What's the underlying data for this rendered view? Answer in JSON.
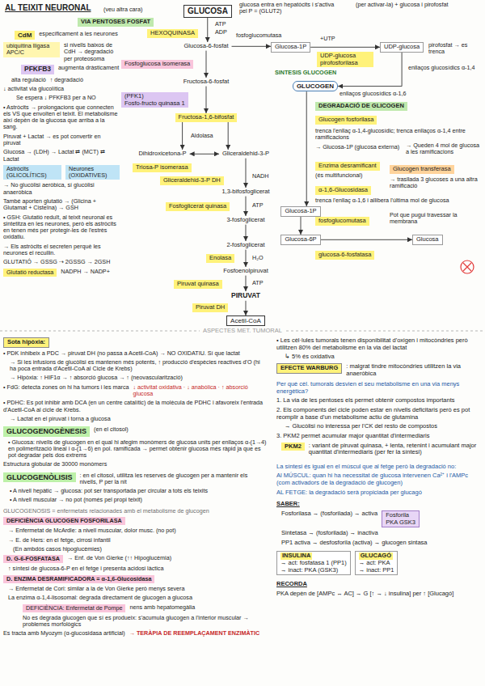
{
  "diagram": {
    "title": "AL TEIXIT NEURONAL",
    "nodes": [
      {
        "text": [
          "VIA PENTOSES FOSFAT"
        ]
      },
      {
        "text": [
          "GLUCOSA"
        ]
      },
      {
        "text": [
          "HEXOQUINASA"
        ]
      },
      {
        "text": [
          "Glucosa-6-fosfat"
        ]
      },
      {
        "text": [
          "Fosfoglucosa isomerasa"
        ]
      },
      {
        "text": [
          "Fructosa-6-fosfat"
        ]
      },
      {
        "text": [
          "(PFK1)",
          "Fosfo-fructo quinasa 1"
        ]
      },
      {
        "text": [
          "Fructosa-1,6-bifosfat"
        ]
      },
      {
        "text": [
          "Dihidroxicetona-P"
        ]
      },
      {
        "text": [
          "Gliceraldehid-3-P"
        ]
      },
      {
        "text": [
          "Triosa-P isomerasa"
        ]
      },
      {
        "text": [
          "Gliceraldehid-3-P DH"
        ]
      },
      {
        "text": [
          "1,3-bifosfoglicerat"
        ]
      },
      {
        "text": [
          "Fosfoglicerat quinasa"
        ]
      },
      {
        "text": [
          "3-fosfoglicerat"
        ]
      },
      {
        "text": [
          "2-fosfoglicerat"
        ]
      },
      {
        "text": [
          "Enolasa"
        ]
      },
      {
        "text": [
          "Fosfoenolpiruvat"
        ]
      },
      {
        "text": [
          "Piruvat quinasa"
        ]
      },
      {
        "text": [
          "PIRUVAT"
        ]
      },
      {
        "text": [
          "Piruvat DH"
        ]
      },
      {
        "text": [
          "Acetil-CoA"
        ]
      },
      {
        "text": [
          "CdM"
        ]
      },
      {
        "text": [
          "ubiquitina lligasa APC/C"
        ]
      },
      {
        "text": [
          "PFKFB3"
        ]
      },
      {
        "text": [
          "Astròcits (GLICOLÍTICS)"
        ]
      },
      {
        "text": [
          "Neurones (OXIDATIVES)"
        ]
      },
      {
        "text": [
          "Glutatió reductasa"
        ]
      },
      {
        "text": [
          "Glucosa-1P"
        ]
      },
      {
        "text": [
          "UDP-glucosa"
        ]
      },
      {
        "text": [
          "UDP-glucosa pirofosforilasa"
        ]
      },
      {
        "text": [
          "GLUCOGEN"
        ]
      },
      {
        "text": [
          "DEGRADACIÓ DE GLICOGEN"
        ]
      },
      {
        "text": [
          "Glucogen fosforilasa"
        ]
      },
      {
        "text": [
          "Enzima desramificant"
        ]
      },
      {
        "text": [
          "Glucogen transferasa"
        ]
      },
      {
        "text": [
          "α-1,6-Glucosidasa"
        ]
      },
      {
        "text": [
          "Glucosa-1P"
        ]
      },
      {
        "text": [
          "fosfoglucomutasa"
        ]
      },
      {
        "text": [
          "Glucosa-6P"
        ]
      },
      {
        "text": [
          "glucosa-6-fosfatasa"
        ]
      },
      {
        "text": [
          "Glucosa"
        ]
      },
      {
        "text": [
          "Sota hipòxia:"
        ]
      },
      {
        "text": [
          "GLUCOGENOGÈNESIS"
        ]
      },
      {
        "text": [
          "GLUCOGENÒLISIS"
        ]
      },
      {
        "text": [
          "DEFICIÈNCIA GLUCOGEN FOSFORILASA"
        ]
      },
      {
        "text": [
          "D. G-6-FOSFATASA"
        ]
      },
      {
        "text": [
          "D. ENZIMA DESRAMIFICADORA = α-1,6-Glucosidasa"
        ]
      },
      {
        "text": [
          "DEFICIÈNCIA: Enfermetat de Pompe"
        ]
      },
      {
        "text": [
          "EFECTE WARBURG"
        ]
      },
      {
        "text": [
          "PKM2"
        ]
      },
      {
        "text": [
          "Fosforila",
          "PKA GSK3"
        ]
      },
      {
        "text": [
          "INSULINA",
          "→ act: fosfatasa 1 (PP1)",
          "→ inact: PKA (GSK3)"
        ]
      },
      {
        "text": [
          "GLUCAGÓ",
          "→ act: PKA",
          "→ inact: PP1"
        ]
      }
    ],
    "edges": [
      {
        "from": 1,
        "to": 3,
        "arrow": "to"
      },
      {
        "from": 3,
        "to": 5,
        "arrow": "to"
      },
      {
        "from": 5,
        "to": 7,
        "arrow": "to"
      },
      {
        "from": 7,
        "to": 8,
        "arrow": "to"
      },
      {
        "from": 7,
        "to": 9,
        "arrow": "to"
      },
      {
        "from": 8,
        "to": 9,
        "arrow": "both"
      },
      {
        "from": 9,
        "to": 12,
        "arrow": "to"
      },
      {
        "from": 12,
        "to": 14,
        "arrow": "to"
      },
      {
        "from": 14,
        "to": 15,
        "arrow": "to"
      },
      {
        "from": 15,
        "to": 17,
        "arrow": "to"
      },
      {
        "from": 17,
        "to": 19,
        "arrow": "to"
      },
      {
        "from": 19,
        "to": 21,
        "arrow": "to"
      },
      {
        "from": 3,
        "to": 28,
        "arrow": "to"
      },
      {
        "from": 28,
        "to": 29,
        "arrow": "to"
      },
      {
        "from": 29,
        "to": 31,
        "arrow": "to"
      },
      {
        "from": 31,
        "to": 37,
        "arrow": "to"
      },
      {
        "from": 37,
        "to": 39,
        "arrow": "to"
      },
      {
        "from": 39,
        "to": 41,
        "arrow": "to"
      }
    ],
    "labels": [
      "(veu altra cara)",
      "ATP",
      "ADP",
      "glucosa entra en hepatòcits i s'activa pel P = (GLUT2)",
      "fosfoglucomutasa",
      "(per activar-la) + glucosa i pirofosfat",
      "+UTP",
      "pirofosfat → es trenca",
      "SINTESIS GLUCOGEN",
      "enllaços glucosídics α-1,6",
      "enllaços glucosídics α-1,4",
      "trenca l'enllaç α-1,4-glucosídic; trenca enllaços α-1,4 entre ramificacions",
      "→ Glucosa-1P (glucosa externa)",
      "→ Queden 4 mol de glucosa a les ramificacions",
      "(és multifuncional)",
      "→ trasllada 3 glucoses a una altra ramificació",
      "trenca l'enllaç α-1,6 i allibera l'última mol de glucosa",
      "Pot que pugui travessar la membrana",
      "NADH",
      "ATP",
      "H₂O",
      "ATP",
      "Aldolasa",
      "específicament a les neurones",
      "si nivells baixos de CdH → degradació per proteosoma",
      "augmenta dràsticament",
      "alta regulació",
      "↑ degradació",
      "↓ activitat via glucolítica",
      "Se espera ↓ PFKFB3 per a NO",
      "• Astròcits → prolongacions que connecten els VS que envolten el teixit. El metabolisme així depèn de la glucosa que arriba a la sang.",
      "Piruvat + Lactat → es pot convertir en piruvat",
      "Glucosa → (LDH) → Lactat ⇄ (MCT) ⇄ Lactat",
      "→ No glucòlisi aeròbica, sí glucòlisi anaeròbica",
      "També aporten glutatió → (Glicina + Glutamat + Cisteïna) → GSH",
      "• GSH: Glutatió reduït, al teixit neuronal es sintetitza en les neurones, però els astròcits en tenen més per protegir-les de l'estrès oxidatiu.",
      "→ Els astròcits el secreten perquè les neurones el recullin.",
      "GLUTATIÓ → GSSG ⇢ 2GSSG → 2GSH",
      "NADPH → NADP+",
      "ASPECTES MET. TUMORAL",
      "• PDK inhibeix a PDC → piruvat DH (no passa a Acetil-CoA) → NO OXIDATIU. Sí que lactat",
      "→ Si les infusions de glucòlisi es mantenen més potents, ↑ producció d'espècies reactives d'O (hi ha poca entrada d'Acetil-CoA al Cicle de Krebs)",
      "→ Hipòxia: ↑ HIF1α → ↑ absorció glucosa → ↑ (neovascularització)",
      "• FdG: detecta zones on hi ha tumors i les marca",
      "↓ activitat oxidativa · ↓ anabòlica · ↑ absorció glucosa",
      "• PDHC: Es pot inhibir amb DCA (en un centre catalític) de la molècula de PDHC i afavoreix l'entrada d'Acetil-CoA al cicle de Krebs.",
      "→ Lactat en el piruvat i torna a glucosa",
      "(en el citosol)",
      "• Glucosa: nivells de glucogen en el qual hi afegim monòmers de glucosa units per enllaços α-(1→4) en polimerització lineal i α-(1→6) en pol. ramificada → permet obtenir glucosa més ràpid ja que es pot degradar pels dos extrems",
      "Estructura globular de 30000 monòmers",
      ": en el citosol, utilitza les reserves de glucogen per a mantenir els nivells, P per la nit",
      "• A nivell hepàtic → glucosa: pot ser transportada per circular a tots els teixits",
      "• A nivell muscular → no pot (només pel propi teixit)",
      "GLUCOGENOSIS = enfermetats relacionades amb el metabolisme de glucogen",
      "→ Enfermetat de McArdle: a nivell muscular, dolor musc. (no pot)",
      "→ E. de Hers: en el fetge, cirrosi infantil",
      "(En ambdós casos hipoglucèmies)",
      "→ Enf. de Von Gierke (↑↑ Hipoglucèmia)",
      "↑ síntesi de glucosa-6-P en el fetge i presenta acidosi làctica",
      "→ Enfermetat de Cori: similar a la de Von Gierke però menys severa",
      "La enzima α-1,4-lisosomal: degrada directament de glucogen a glucosa",
      "nens amb hepatomegàlia",
      "No es degrada glucogen que sí es produeix: s'acumula glucogen a l'interior muscular → problemes morfològics",
      "Es tracta amb Myozym (α-glucosidasa artificial)",
      "→ TERÀPIA DE REEMPLAÇAMENT ENZIMÀTIC",
      "• Les cèl·lules tumorals tenen disponibilitat d'oxigen i mitocòndries però utilitzen 80% del metabolisme en la via del lactat",
      "↳ 5% és oxidativa",
      ": malgrat tindre mitocòndries utilitzen la via anaeròbica",
      "Per què cèl. tumorals desvien el seu metabolisme en una via menys energètica?",
      "1. La via de les pentoses els permet obtenir compostos importants",
      "2. Els components del cicle poden estar en nivells deficitaris però es pot reomplir a base d'un metabolisme actiu de glutamina",
      "→ Glucòlisi no interessa per l'CK del resto de compostos",
      "3. PKM2 permet acumular major quantitat d'intermediaris",
      ": variant de piruvat quinasa, + lenta, retenint i acumulant major quantitat d'intermediaris (per fer la síntesi)",
      "La síntesi és igual en el múscul que al fetge però la degradació no:",
      "Al MÚSCUL: quan hi ha necessitat de glucosa intervenen Ca²⁺ i l'AMPc (com activadors de la degradació de glucogen)",
      "AL FETGE: la degradació serà propiciada per glucagó",
      "SABER:",
      "Fosforilasa → (fosforilada) → activa",
      "Sintetasa → (fosforilada) → inactiva",
      "PP1 activa → desfosforila (activa) → glucogen sintasa",
      "RECORDA",
      "PKA depèn de [AMPc ↔ AC] → G [↑ → ↓ insulina] per ↑ [Glucagó]"
    ]
  }
}
